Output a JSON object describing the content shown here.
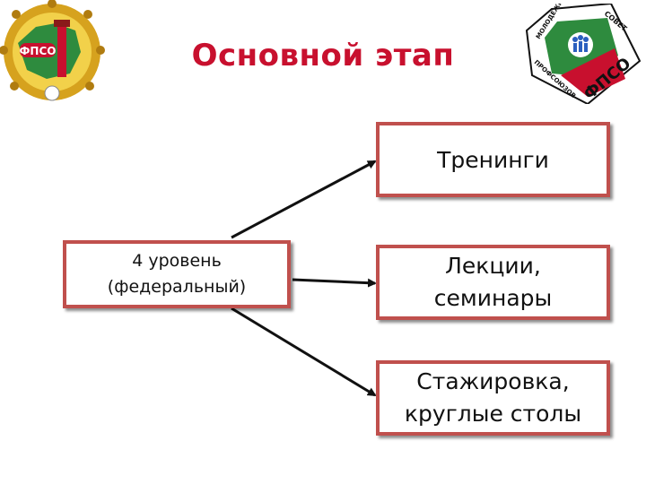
{
  "slide": {
    "title": "Основной этап",
    "level_box": "4 уровень\n(федеральный)",
    "targets": [
      "Тренинги",
      "Лекции,\nсеминары",
      "Стажировка,\nкруглые столы"
    ]
  },
  "logos": {
    "left_emblem_text": "ФПСО",
    "right_emblem_texts": [
      "МОЛОДЕЖНЫЙ",
      "СОВЕТ",
      "ПРОФСОЮЗОВ",
      "ФПСО"
    ]
  },
  "colors": {
    "title": "#c8102e",
    "box_border": "#c0504d",
    "arrow": "#111111"
  }
}
